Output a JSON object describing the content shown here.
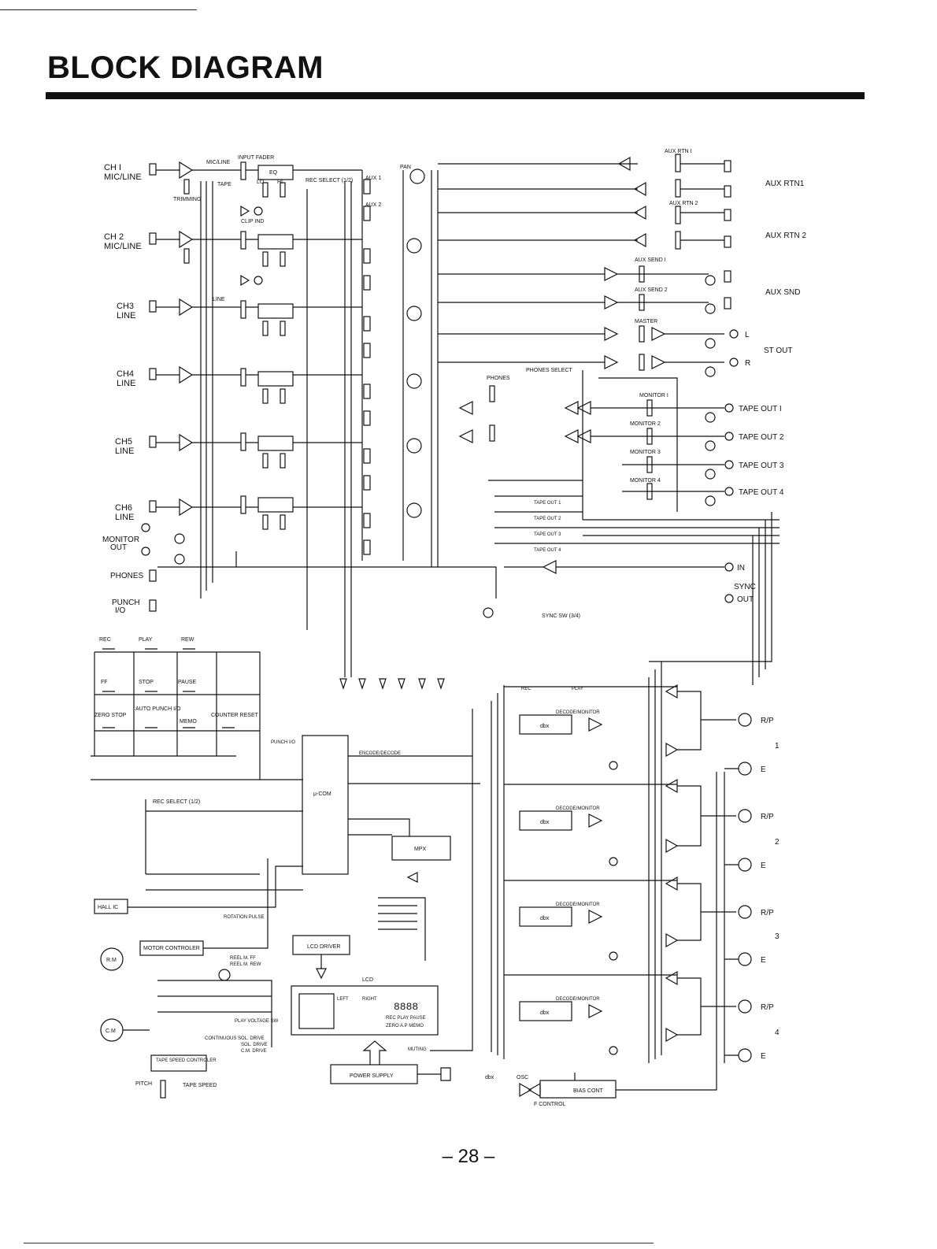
{
  "page": {
    "title": "BLOCK DIAGRAM",
    "page_number": "– 28 –"
  },
  "inputs": {
    "ch1": [
      "CH I",
      "MIC/LINE"
    ],
    "ch2": [
      "CH 2",
      "MIC/LINE"
    ],
    "ch3": [
      "CH3",
      "LINE"
    ],
    "ch4": [
      "CH4",
      "LINE"
    ],
    "ch5": [
      "CH5",
      "LINE"
    ],
    "ch6": [
      "CH6",
      "LINE"
    ],
    "monitor_out": [
      "MONITOR",
      "OUT"
    ],
    "phones": "PHONES",
    "punch_io": [
      "PUNCH",
      "I/O"
    ]
  },
  "channel_labels": {
    "input_fader": "INPUT FADER",
    "mic_line": "MIC/LINE",
    "line": "LINE",
    "tape": "TAPE",
    "trimming": "TRIMMING",
    "clip_ind": "CLIP IND",
    "eq": "EQ",
    "lo": "LO",
    "hi": "HI",
    "pan": "PAN",
    "aux1": "AUX 1",
    "aux2": "AUX 2",
    "rec_select": "REC SELECT (1/2)"
  },
  "right_io": {
    "aux_rtn1_title": "AUX RTN I",
    "aux_rtn2_title": "AUX RTN 2",
    "aux_rtn1": "AUX RTN1",
    "aux_rtn2": "AUX RTN 2",
    "aux_send1": "AUX SEND I",
    "aux_send2": "AUX SEND 2",
    "aux_snd": "AUX SND",
    "master": "MASTER",
    "st_out": "ST OUT",
    "phones": "PHONES",
    "phones_select": "PHONES SELECT",
    "monitor1": "MONITOR I",
    "monitor2": "MONITOR 2",
    "monitor3": "MONITOR 3",
    "monitor4": "MONITOR 4",
    "tape_out": [
      "TAPE OUT I",
      "TAPE OUT 2",
      "TAPE OUT 3",
      "TAPE OUT 4"
    ],
    "sync_in": "IN",
    "sync": "SYNC",
    "sync_out": "OUT",
    "sync_sw": "SYNC SW (3/4)",
    "L": "L",
    "R": "R"
  },
  "transport": {
    "buttons": [
      "REC",
      "PLAY",
      "REW",
      "FF",
      "STOP",
      "PAUSE",
      "ZERO STOP",
      "AUTO PUNCH I/O",
      "MEMO",
      "COUNTER RESET"
    ],
    "rec_select": "REC SELECT (1/2)",
    "hall_ic": "HALL IC",
    "motor_controler": "MOTOR CONTROLER",
    "rm": "R.M",
    "cm": "C.M",
    "tape_speed_controler": "TAPE SPEED CONTROLER",
    "pitch": "PITCH",
    "tape_speed": "TAPE SPEED",
    "rotation_pulse": "ROTATION PULSE",
    "reel_ff": "REEL M. FF",
    "reel_rew": "REEL M. REW",
    "play_voltage_sw": "PLAY VOLTAGE SW",
    "continuous_sol_drive": "CONTINUOUS SOL. DRIVE",
    "sol_drive": "SOL. DRIVE",
    "cm_drive": "C.M. DRIVE"
  },
  "control": {
    "ucom": "µ-COM",
    "mpx": "MPX",
    "lcd_driver": "LCD DRIVER",
    "lcd": "LCD",
    "lcd_left": "LEFT",
    "lcd_right": "RIGHT",
    "lcd_digits": "8888",
    "lcd_status": "REC PLAY PAUSE",
    "lcd_status2": "ZERO A.P MEMO",
    "power_supply": "POWER SUPPLY",
    "muting": "MUTING",
    "punch_io": "PUNCH I/O",
    "encode_decode": "ENCODE/DECODE",
    "bias_cont": "BIAS CONT",
    "osc": "OSC",
    "f_control": "F CONTROL",
    "dbx_switch": "dbx"
  },
  "tape_section": {
    "decode_monitor": "DECODE/MONITOR",
    "dbx": "dbx",
    "rec": "REC",
    "play": "PLAY",
    "rp": "R/P",
    "e": "E",
    "track_numbers": [
      "1",
      "2",
      "3",
      "4"
    ],
    "tape_out_short": [
      "TAPE OUT 1",
      "TAPE OUT 2",
      "TAPE OUT 3",
      "TAPE OUT 4"
    ]
  }
}
